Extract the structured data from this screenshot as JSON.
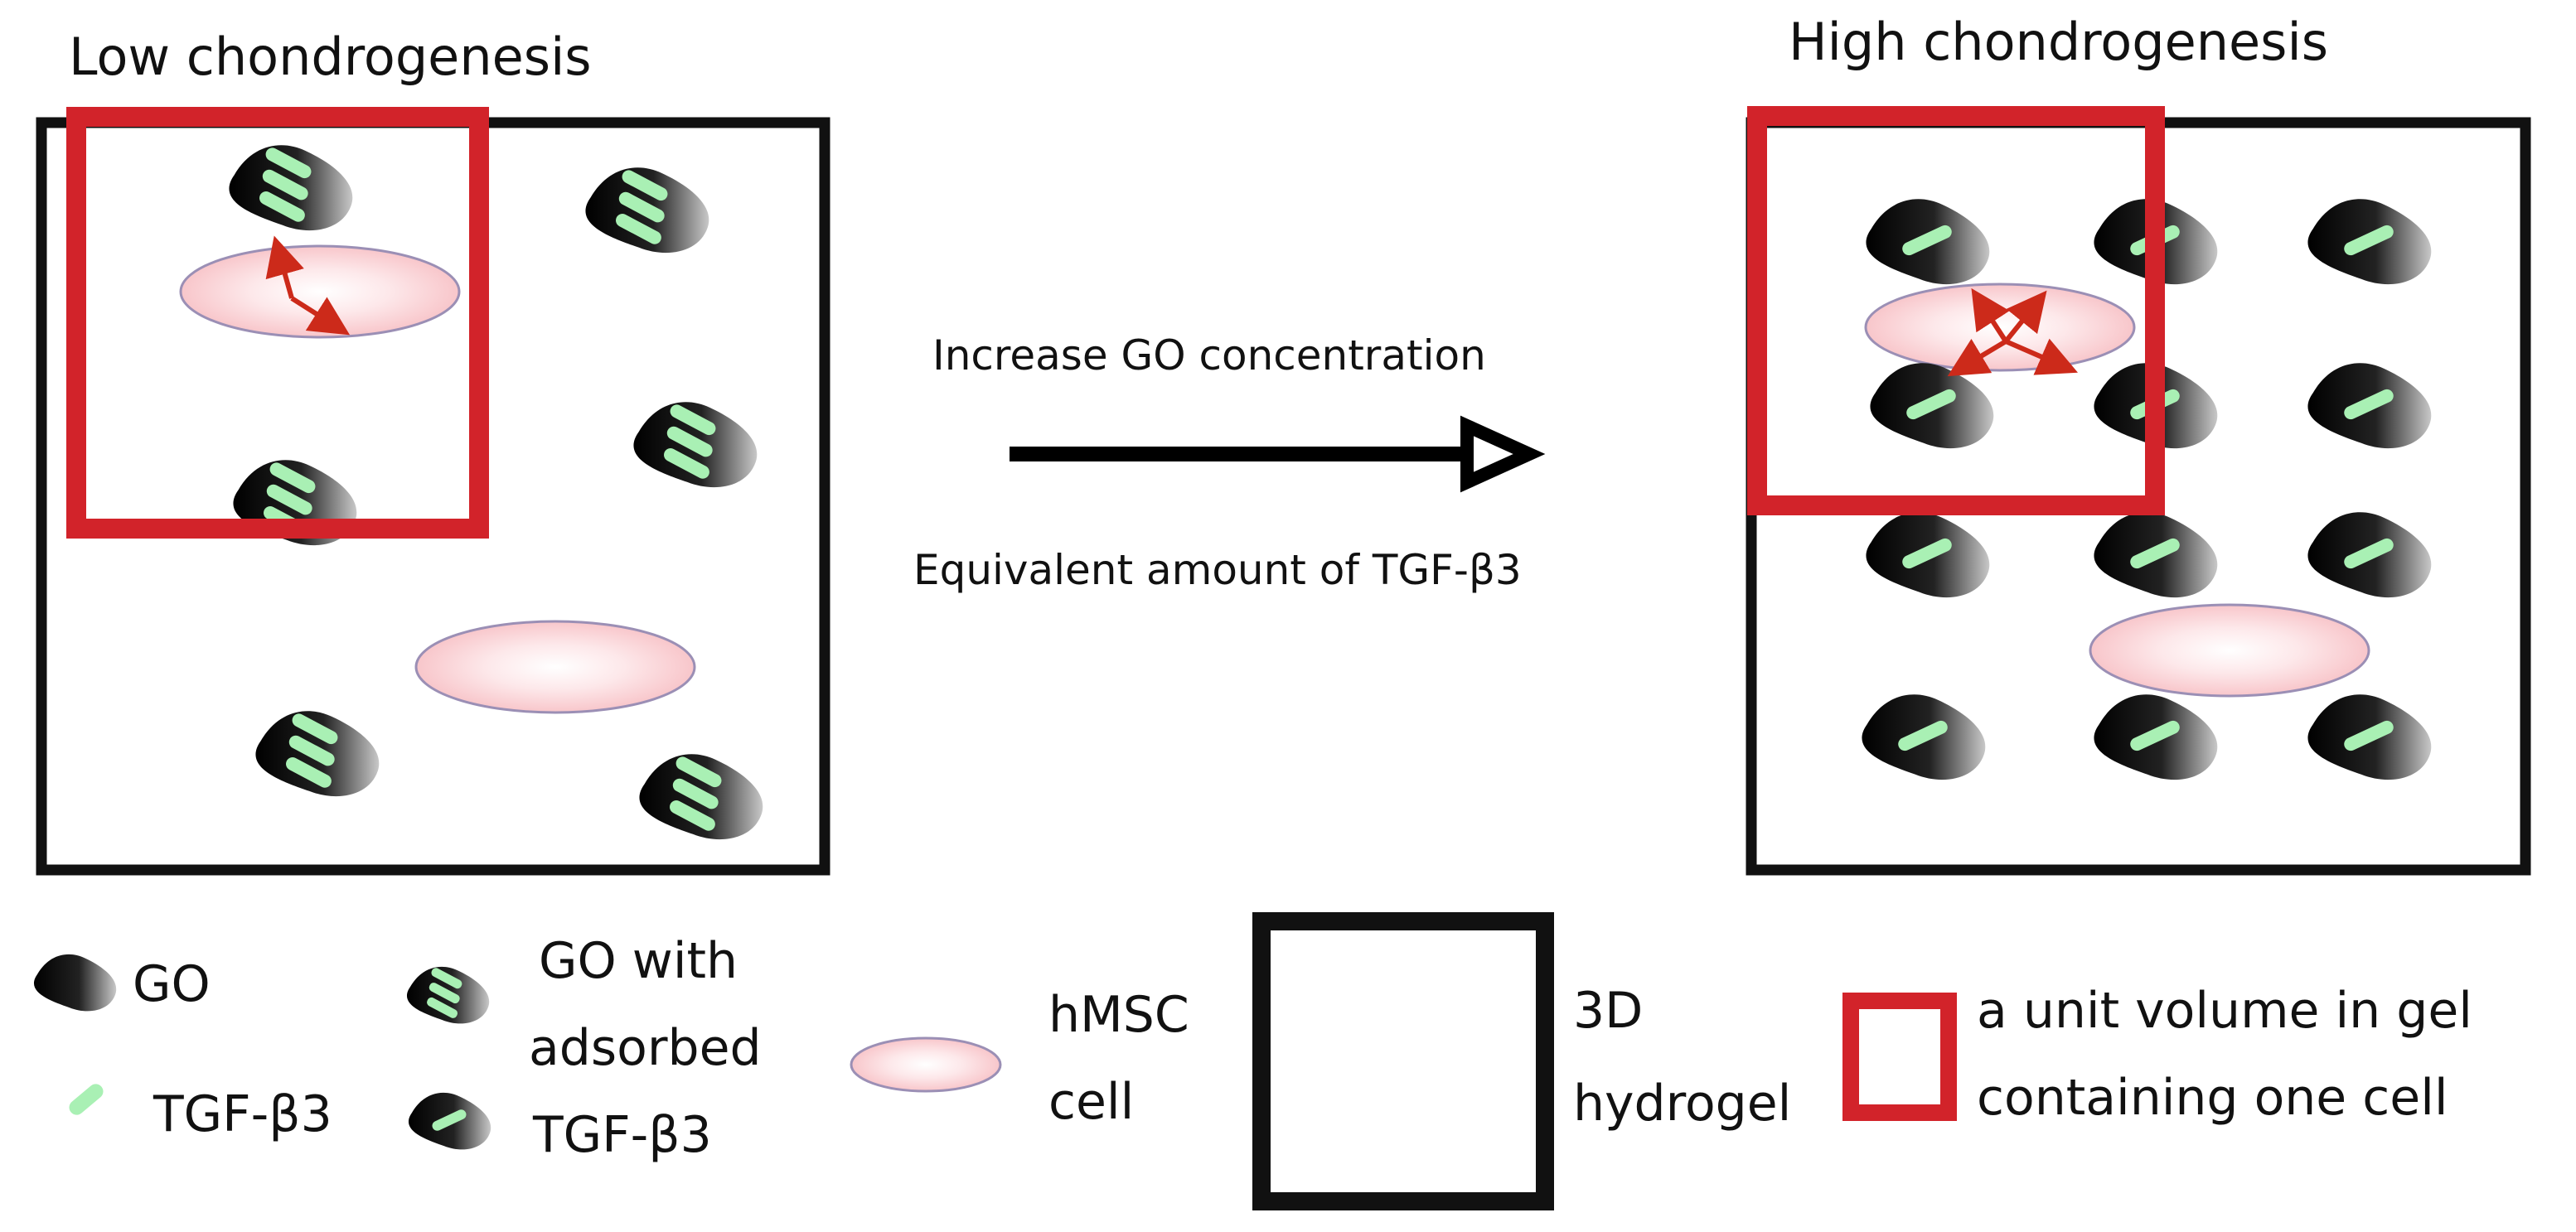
{
  "left_panel": {
    "title": "Low chondrogenesis"
  },
  "right_panel": {
    "title": "High chondrogenesis"
  },
  "process": {
    "top_label": "Increase GO concentration",
    "bottom_label": "Equivalent amount of TGF-β3"
  },
  "legend": {
    "go": "GO",
    "tgf": "TGF-β3",
    "go_adsorbed": [
      "GO with",
      "adsorbed",
      "TGF-β3"
    ],
    "hmsc": [
      "hMSC",
      "cell"
    ],
    "hydrogel": [
      "3D",
      "hydrogel"
    ],
    "unit_volume": [
      "a unit volume in gel",
      "containing one cell"
    ]
  },
  "colors": {
    "hydrogel_border": "#111111",
    "unit_volume_border": "#d2232a",
    "go_flake": "#1a1a1a",
    "tgf_beta3": "#a9f0b4",
    "cell_fill": "#fbd3d6",
    "cell_border": "#9b8fb5",
    "arrow": "#cc2a1a"
  }
}
